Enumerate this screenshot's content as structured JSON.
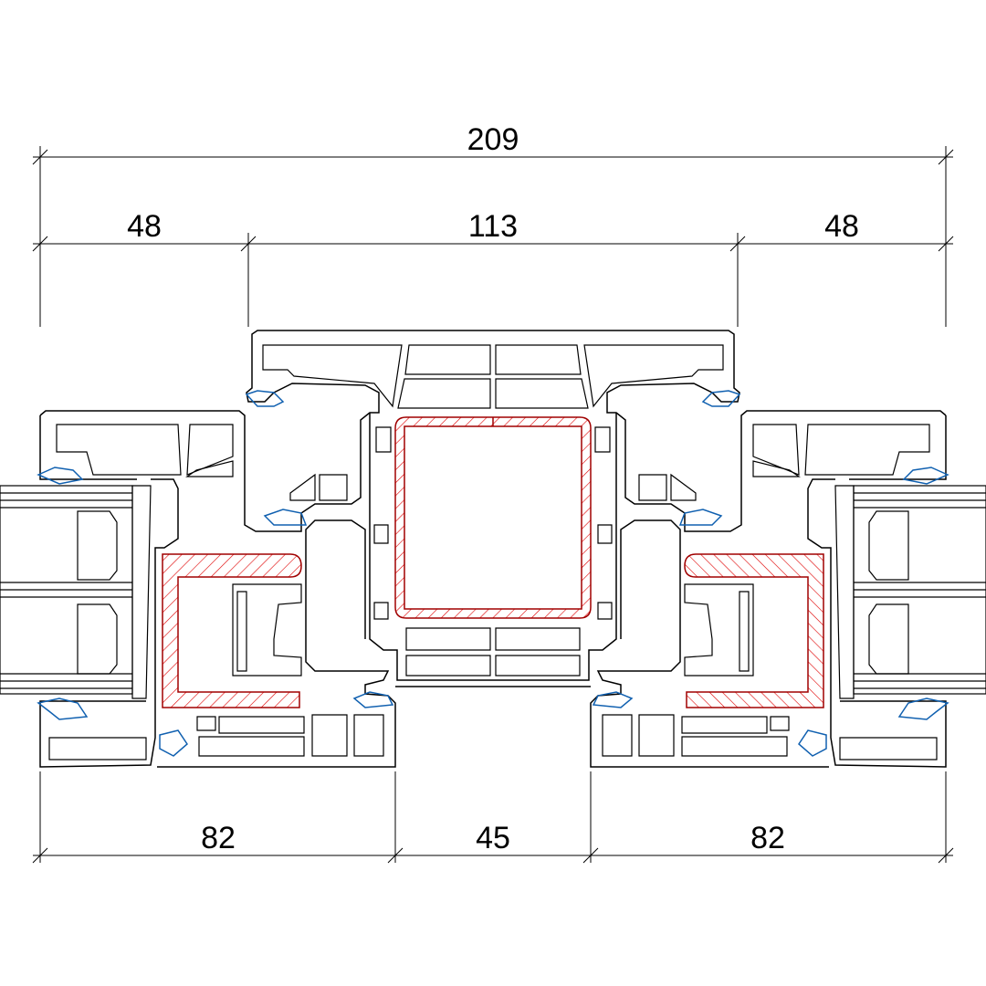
{
  "drawing": {
    "title": "Window mullion cross-section",
    "colors": {
      "outline": "#000000",
      "reinforcement": "#cc0000",
      "gasket": "#1060b0"
    },
    "dimensions": {
      "top_total": "209",
      "top_left": "48",
      "top_middle": "113",
      "top_right": "48",
      "bottom_left": "82",
      "bottom_middle": "45",
      "bottom_right": "82"
    }
  }
}
